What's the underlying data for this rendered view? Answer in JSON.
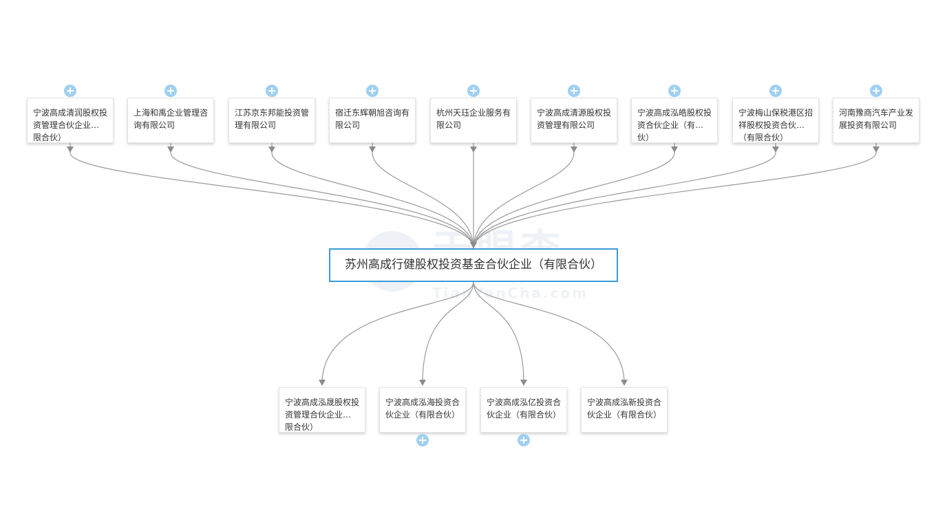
{
  "center": {
    "label": "苏州高成行健股权投资基金合伙企业（有限合伙）"
  },
  "watermark": {
    "title": "天眼查",
    "subtitle": "TianYanCha.com"
  },
  "investors": [
    {
      "label": "宁波高成清润股权投资管理合伙企业（有限合伙）",
      "expandable": true
    },
    {
      "label": "上海和禹企业管理咨询有限公司",
      "expandable": true
    },
    {
      "label": "江苏京东邦能投资管理有限公司",
      "expandable": true
    },
    {
      "label": "宿迁东辉朝旭咨询有限公司",
      "expandable": true
    },
    {
      "label": "杭州天珏企业服务有限公司",
      "expandable": true
    },
    {
      "label": "宁波高成清源股权投资管理有限公司",
      "expandable": true
    },
    {
      "label": "宁波高成泓皓股权投资合伙企业（有限合伙）",
      "expandable": true
    },
    {
      "label": "宁波梅山保税港区招祥股权投资合伙企业（有限合伙）",
      "expandable": true
    },
    {
      "label": "河南豫商汽车产业发展投资有限公司",
      "expandable": true
    }
  ],
  "investments": [
    {
      "label": "宁波高成泓晟股权投资管理合伙企业（有限合伙）",
      "expandable": false
    },
    {
      "label": "宁波高成泓海投资合伙企业（有限合伙）",
      "expandable": true
    },
    {
      "label": "宁波高成泓亿投资合伙企业（有限合伙）",
      "expandable": true
    },
    {
      "label": "宁波高成泓新投资合伙企业（有限合伙）",
      "expandable": false
    }
  ],
  "colors": {
    "edge": "#999999",
    "arrow": "#8c8c8c",
    "center_border": "#3a9ad9",
    "expand_button": "#9fd0f2",
    "watermark": "#eef2f6"
  }
}
